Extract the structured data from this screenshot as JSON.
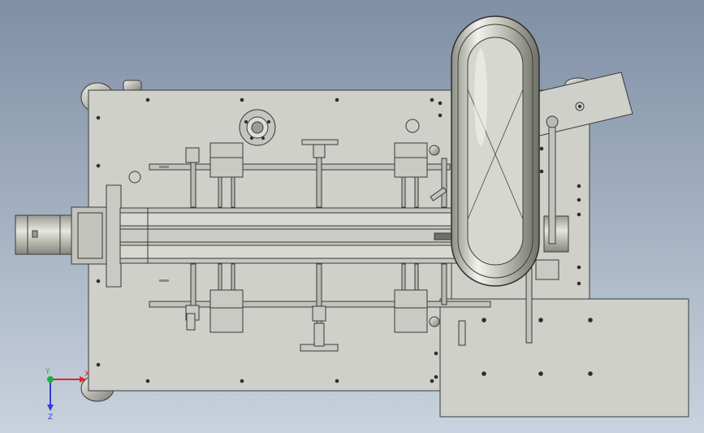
{
  "viewport": {
    "background_top": "#7f8fa5",
    "background_bottom": "#c9d2de"
  },
  "colors": {
    "plate_fill": "#cfd0c9",
    "plate_stroke": "#3a3a3a",
    "rail_fill": "#c2c3bc",
    "drum_fill": "#b7b9ae",
    "drum_highlight": "#f2f3ee",
    "hole": "#2e2e2e",
    "axis_x": "#e0262b",
    "axis_y": "#19b23b",
    "axis_z": "#2a3fd6"
  },
  "triad": {
    "x_label": "X",
    "y_label": "Y",
    "z_label": "Z"
  }
}
